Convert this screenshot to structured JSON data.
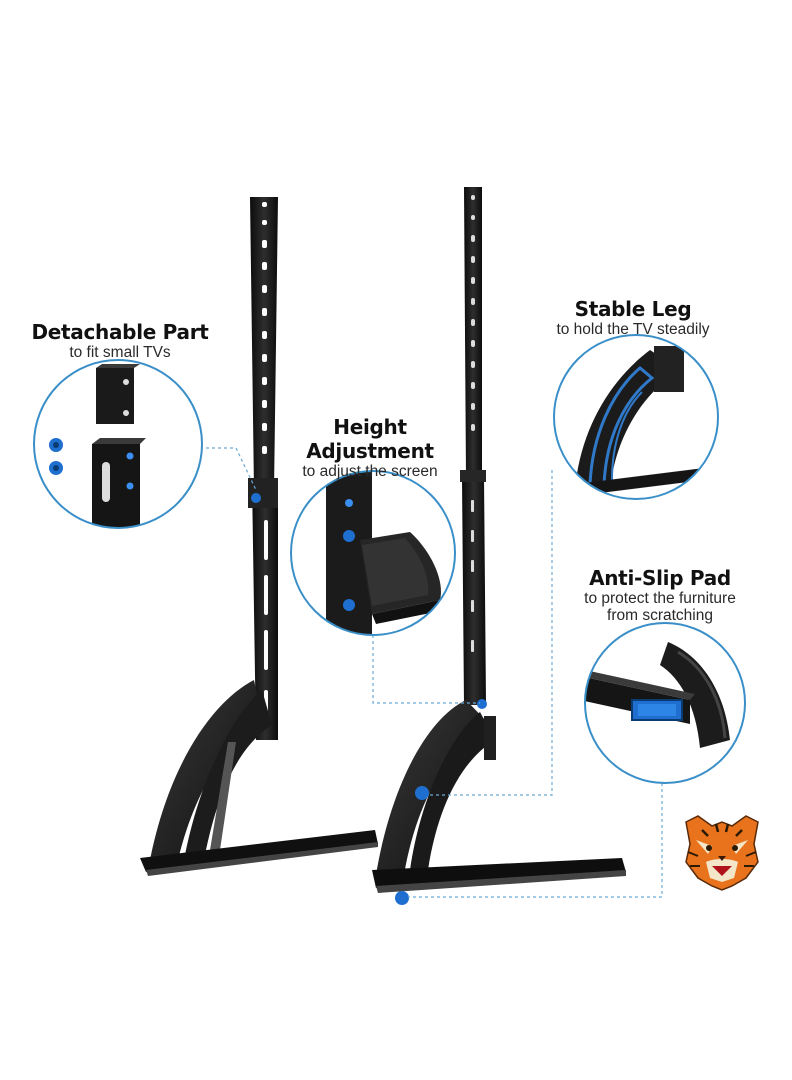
{
  "features": {
    "detachable": {
      "title": "Detachable Part",
      "subtitle": "to fit small TVs"
    },
    "height": {
      "title": "Height Adjustment",
      "subtitle": "to adjust the screen"
    },
    "stable": {
      "title": "Stable Leg",
      "subtitle": "to hold the TV steadily"
    },
    "antislip": {
      "title": "Anti-Slip Pad",
      "subtitle_line1": "to protect the furniture",
      "subtitle_line2": "from scratching"
    }
  },
  "colors": {
    "accent": "#1f6fd1",
    "circle_border": "#3a8fc8",
    "leader_line": "#6aa9d6",
    "metal": "#141414",
    "metal_highlight": "#3c3c3c",
    "background": "#ffffff"
  },
  "brand_icon": "tiger-logo-icon"
}
